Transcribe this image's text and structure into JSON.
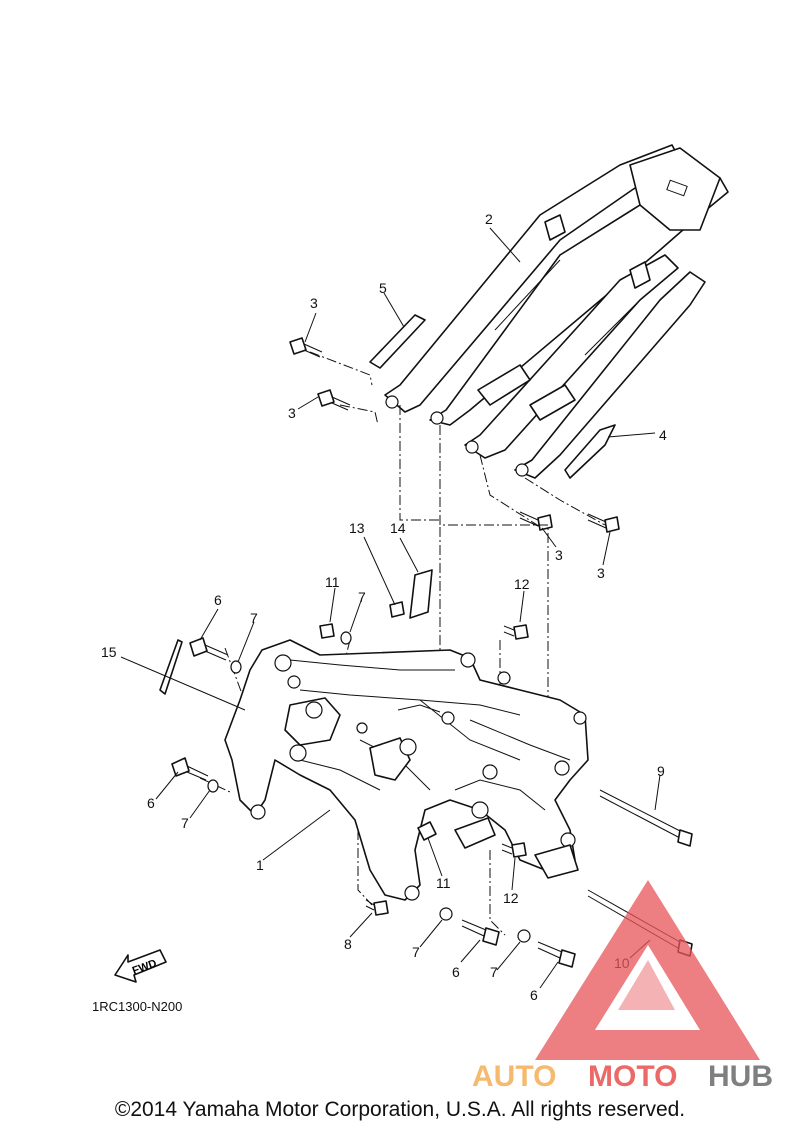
{
  "callouts": {
    "c1": "1",
    "c2": "2",
    "c3a": "3",
    "c3b": "3",
    "c3c": "3",
    "c3d": "3",
    "c4": "4",
    "c5": "5",
    "c6a": "6",
    "c6b": "6",
    "c6c": "6",
    "c6d": "6",
    "c7a": "7",
    "c7b": "7",
    "c7c": "7",
    "c7d": "7",
    "c7e": "7",
    "c8": "8",
    "c9": "9",
    "c10": "10",
    "c11a": "11",
    "c11b": "11",
    "c12a": "12",
    "c12b": "12",
    "c13": "13",
    "c14": "14",
    "c15": "15"
  },
  "fwd_label": "FWD",
  "diagram_code": "1RC1300-N200",
  "watermark": {
    "part1": "AUTO",
    "part2": "MOTO",
    "part3": "HUB",
    "color_red": "#e53935",
    "color_orange": "#f4a340",
    "color_dark": "#555555"
  },
  "copyright": "©2014 Yamaha Motor Corporation, U.S.A. All rights reserved."
}
